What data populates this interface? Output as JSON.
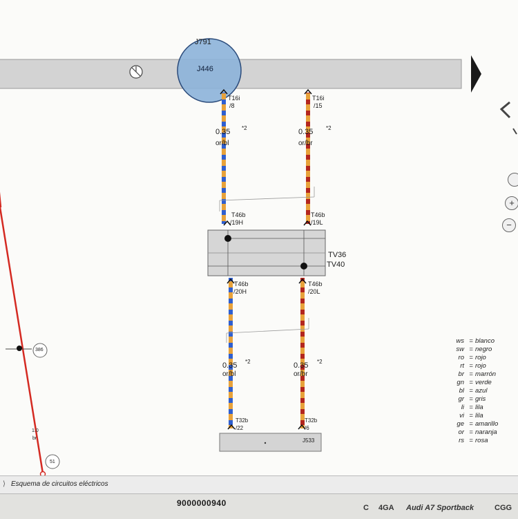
{
  "header_bar": {
    "component_top": "J791",
    "component_main": "J446",
    "ground_symbol": "earth-symbol"
  },
  "wires": {
    "left": {
      "top_connector": "T16i",
      "top_pin": "/8",
      "spec1_gauge": "0.35",
      "spec1_note": "*2",
      "spec1_color": "or/bl",
      "mid_connector_a": "T46b",
      "mid_pin_a": "/19H",
      "mid_connector_b": "T46b",
      "mid_pin_b": "/20H",
      "spec2_gauge": "0.35",
      "spec2_note": "*2",
      "spec2_color": "or/bl",
      "bottom_connector": "T32b",
      "bottom_pin": "/22"
    },
    "right": {
      "top_connector": "T16i",
      "top_pin": "/15",
      "spec1_gauge": "0.35",
      "spec1_note": "*2",
      "spec1_color": "or/br",
      "mid_connector_a": "T46b",
      "mid_pin_a": "/19L",
      "mid_connector_b": "T46b",
      "mid_pin_b": "/20L",
      "spec2_gauge": "0.35",
      "spec2_note": "*2",
      "spec2_color": "or/br",
      "bottom_connector": "T32b",
      "bottom_pin": "/6"
    }
  },
  "splices": {
    "tv36": "TV36",
    "tv40": "TV40"
  },
  "bottom_component": "J533",
  "left_wire": {
    "node_ref": "386",
    "gauge": "1.0",
    "color": "br",
    "end_ref": "51"
  },
  "legend": [
    {
      "code": "ws",
      "name": "blanco"
    },
    {
      "code": "sw",
      "name": "negro"
    },
    {
      "code": "ro",
      "name": "rojo"
    },
    {
      "code": "rt",
      "name": "rojo"
    },
    {
      "code": "br",
      "name": "marrón"
    },
    {
      "code": "gn",
      "name": "verde"
    },
    {
      "code": "bl",
      "name": "azul"
    },
    {
      "code": "gr",
      "name": "gris"
    },
    {
      "code": "li",
      "name": "lila"
    },
    {
      "code": "vi",
      "name": "lila"
    },
    {
      "code": "ge",
      "name": "amarillo"
    },
    {
      "code": "or",
      "name": "naranja"
    },
    {
      "code": "rs",
      "name": "rosa"
    }
  ],
  "tab": {
    "label": "Esquema de circuitos eléctricos"
  },
  "statusbar": {
    "doc_number": "9000000940",
    "code1": "C",
    "code2": "4GA",
    "model": "Audi A7 Sportback",
    "code3": "CGG"
  },
  "colors": {
    "wire_orange": "#e8a23a",
    "wire_blue": "#2f5fd0",
    "wire_brown": "#b3261e",
    "wire_red": "#d42a22",
    "component_fill": "#8cb3d9",
    "bus_bar": "#d3d3d3"
  }
}
